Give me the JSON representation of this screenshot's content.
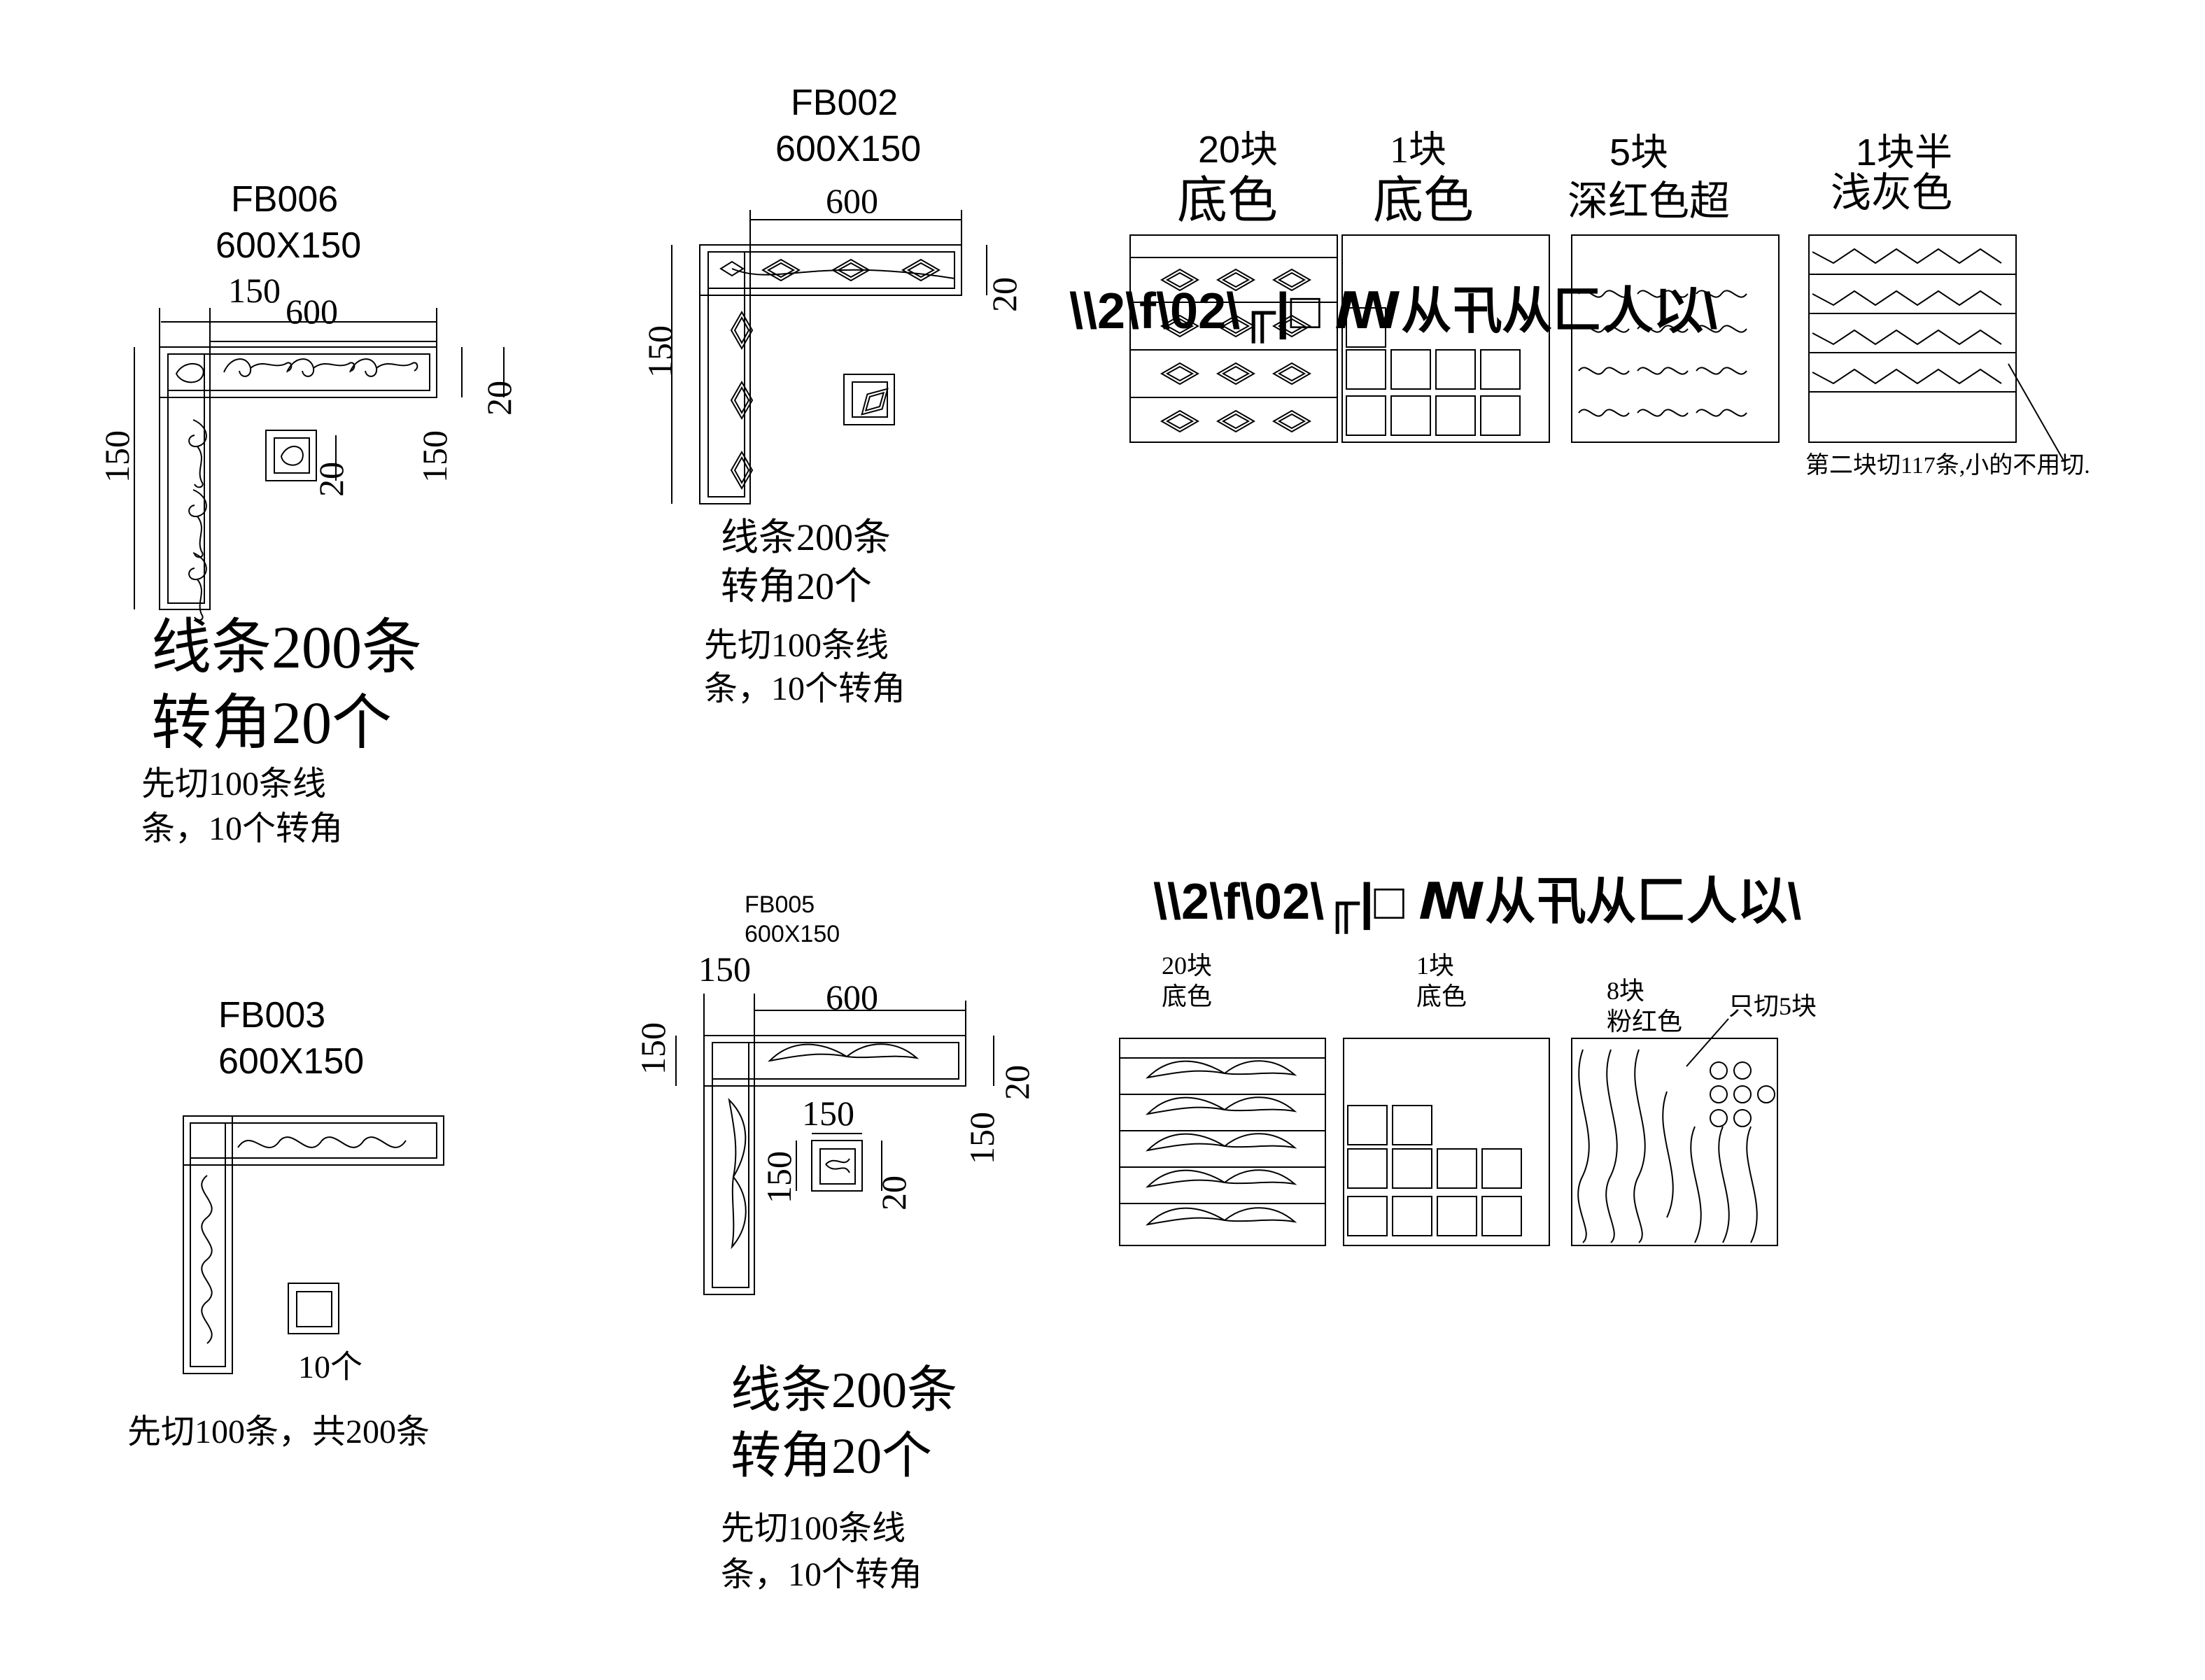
{
  "fb006": {
    "code": "FB006",
    "size": "600X150",
    "dims": [
      "150",
      "600",
      "150",
      "20",
      "150",
      "20"
    ],
    "note_large_1": "线条200条",
    "note_large_2": "转角20个",
    "note_small_1": "先切100条线",
    "note_small_2": "条，10个转角"
  },
  "fb002": {
    "code": "FB002",
    "size": "600X150",
    "dims": [
      "600",
      "20",
      "150"
    ],
    "note_1": "线条200条",
    "note_2": "转角20个",
    "note_3": "先切100条线",
    "note_4": "条，10个转角"
  },
  "fb003": {
    "code": "FB003",
    "size": "600X150",
    "corner_count": "10个",
    "note": "先切100条，共200条"
  },
  "fb005": {
    "code": "FB005",
    "size": "600X150",
    "dims": [
      "150",
      "600",
      "150",
      "20",
      "150",
      "150",
      "150",
      "20"
    ],
    "note_large_1": "线条200条",
    "note_large_2": "转角20个",
    "note_small_1": "先切100条线",
    "note_small_2": "条，10个转角"
  },
  "tiles_top": {
    "garbled_path": "\\\\2\\f\\02\\╓|□ ꟿ从卂从匚人以\\",
    "t1": {
      "qty": "20块",
      "color": "底色"
    },
    "t2": {
      "qty": "1块",
      "color": "底色"
    },
    "t3": {
      "qty": "5块",
      "color": "深红色超"
    },
    "t4": {
      "qty": "1块半",
      "color": "浅灰色"
    },
    "note": "第二块切117条,小的不用切."
  },
  "tiles_bottom": {
    "garbled_path": "\\\\2\\f\\02\\╓|□ ꟿ从卂从匚人以\\",
    "t1": {
      "qty": "20块",
      "color": "底色"
    },
    "t2": {
      "qty": "1块",
      "color": "底色"
    },
    "t3": {
      "qty": "8块",
      "color": "粉红色"
    },
    "t3_note": "只切5块"
  }
}
